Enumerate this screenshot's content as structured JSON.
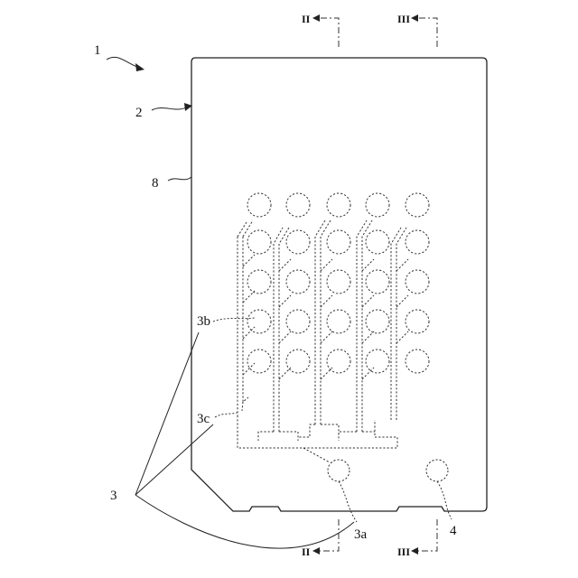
{
  "figure": {
    "labels": {
      "device": "1",
      "substrate": "2",
      "edge": "8",
      "pattern_group": "3",
      "pad_3b": "3b",
      "trace_3c": "3c",
      "pad_3a": "3a",
      "pad_4": "4",
      "section_ii": "II",
      "section_iii": "III"
    },
    "pad_grid": {
      "columns": 5,
      "rows": 5,
      "top_row": 1
    }
  }
}
